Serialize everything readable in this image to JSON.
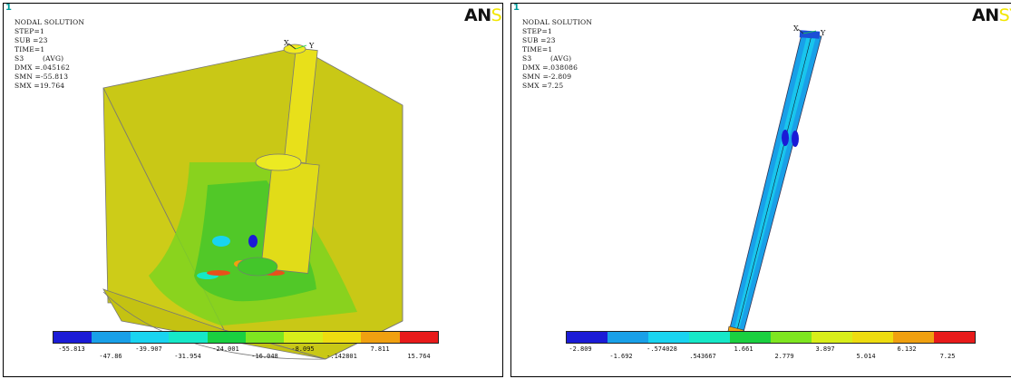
{
  "panels": [
    {
      "window_number": "1",
      "header": [
        "NODAL SOLUTION",
        "",
        "STEP=1",
        "SUB =23",
        "TIME=1",
        "S3        (AVG)",
        "DMX =.045162",
        "SMN =-55.813",
        "SMX =19.764"
      ],
      "logo_an": "AN",
      "logo_sys": "SYS",
      "axis_x": "X",
      "axis_y": "Y",
      "legend_colors": [
        "#1b1bd6",
        "#19a0e8",
        "#19d4f0",
        "#16e8c8",
        "#1ad040",
        "#7ee620",
        "#d8ee1a",
        "#eedc10",
        "#f0a010",
        "#e81a1a"
      ],
      "legend_top": [
        "-55.813",
        "-39.907",
        "-24.001",
        "-8.095",
        "7.811"
      ],
      "legend_bottom": [
        "-47.86",
        "-31.954",
        "-16.048",
        "-.142801",
        "15.764"
      ]
    },
    {
      "window_number": "1",
      "header": [
        "NODAL SOLUTION",
        "",
        "STEP=1",
        "SUB =23",
        "TIME=1",
        "S3        (AVG)",
        "DMX =.038086",
        "SMN =-2.809",
        "SMX =7.25"
      ],
      "logo_an": "AN",
      "logo_sys": "SYS",
      "axis_x": "X",
      "axis_y": "Y",
      "legend_colors": [
        "#1b1bd6",
        "#19a0e8",
        "#19d4f0",
        "#16e8c8",
        "#1ad040",
        "#7ee620",
        "#d8ee1a",
        "#eedc10",
        "#f0a010",
        "#e81a1a"
      ],
      "legend_top": [
        "-2.809",
        "-.574028",
        "1.661",
        "3.897",
        "6.132"
      ],
      "legend_bottom": [
        "-1.692",
        ".543667",
        "2.779",
        "5.014",
        "7.25"
      ]
    }
  ]
}
